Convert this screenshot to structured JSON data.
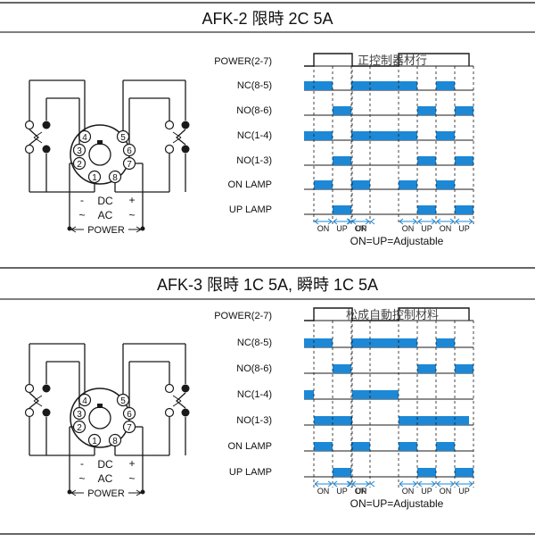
{
  "colors": {
    "line": "#1a1a1a",
    "pulse": "#1c88d6",
    "watermark": "#9ec8ea",
    "border": "#333333"
  },
  "panels": [
    {
      "title": "AFK-2 限時 2C 5A",
      "watermark": "正控制器材行",
      "supply": {
        "dc": "DC",
        "ac": "AC",
        "power": "POWER",
        "minus": "-",
        "plus": "+",
        "tilde": "~"
      },
      "signals": [
        {
          "label": "POWER(2-7)",
          "mode": "line"
        },
        {
          "label": "NC(8-5)",
          "mode": "delayNC"
        },
        {
          "label": "NO(8-6)",
          "mode": "delayNO"
        },
        {
          "label": "NC(1-4)",
          "mode": "delayNC"
        },
        {
          "label": "NO(1-3)",
          "mode": "delayNO"
        },
        {
          "label": "ON LAMP",
          "mode": "onLamp"
        },
        {
          "label": "UP LAMP",
          "mode": "upLamp"
        }
      ],
      "timing": {
        "on": "ON",
        "up": "UP",
        "note": "ON=UP=Adjustable"
      }
    },
    {
      "title": "AFK-3 限時 1C 5A, 瞬時 1C 5A",
      "watermark": "松成自動控制材料",
      "supply": {
        "dc": "DC",
        "ac": "AC",
        "power": "POWER",
        "minus": "-",
        "plus": "+",
        "tilde": "~"
      },
      "signals": [
        {
          "label": "POWER(2-7)",
          "mode": "line"
        },
        {
          "label": "NC(8-5)",
          "mode": "delayNC"
        },
        {
          "label": "NO(8-6)",
          "mode": "delayNO"
        },
        {
          "label": "NC(1-4)",
          "mode": "instNC"
        },
        {
          "label": "NO(1-3)",
          "mode": "instNO"
        },
        {
          "label": "ON LAMP",
          "mode": "onLamp"
        },
        {
          "label": "UP LAMP",
          "mode": "upLamp"
        }
      ],
      "timing": {
        "on": "ON",
        "up": "UP",
        "note": "ON=UP=Adjustable"
      }
    }
  ],
  "socket": {
    "pins": [
      "1",
      "2",
      "3",
      "4",
      "5",
      "6",
      "7",
      "8"
    ]
  }
}
